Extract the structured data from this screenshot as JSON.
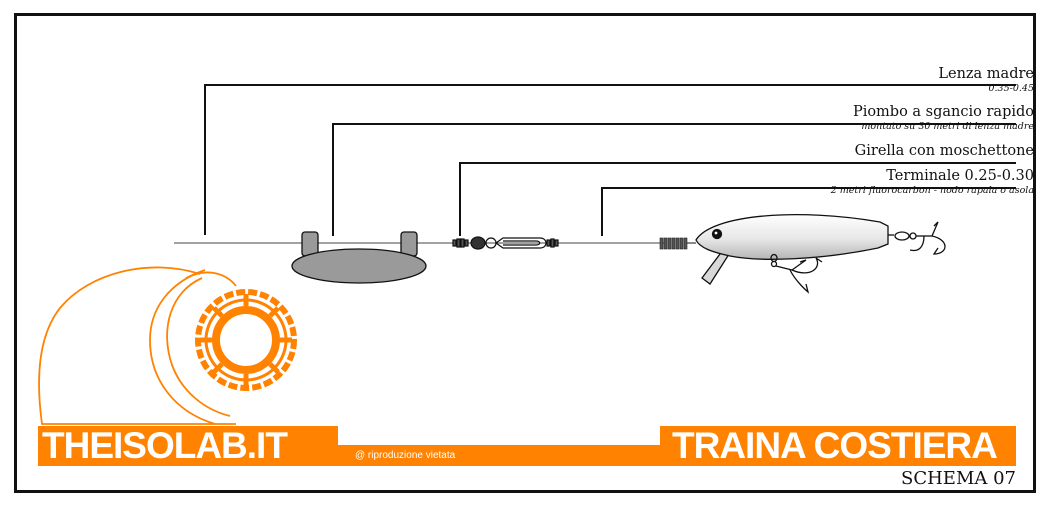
{
  "labels": {
    "lenza": {
      "title": "Lenza madre",
      "detail": "0.35-0.45"
    },
    "piombo": {
      "title": "Piombo a sgancio rapido",
      "detail": "montato su 30 metri di lenza madre"
    },
    "girella": {
      "title": "Girella con moschettone"
    },
    "terminale": {
      "title": "Terminale 0.25-0.30",
      "detail": "2 metri fluorocarbon - nodo rapala o asola"
    }
  },
  "footer": {
    "site_name": "THEISOLAB.IT",
    "copyright": "@ riproduzione vietata",
    "title": "TRAINA COSTIERA",
    "schema": "SCHEMA 07"
  },
  "colors": {
    "brand_orange": "#ff8200",
    "line": "#111111",
    "sinker": "#9a9a9a",
    "lure": "#dcdcdc"
  }
}
